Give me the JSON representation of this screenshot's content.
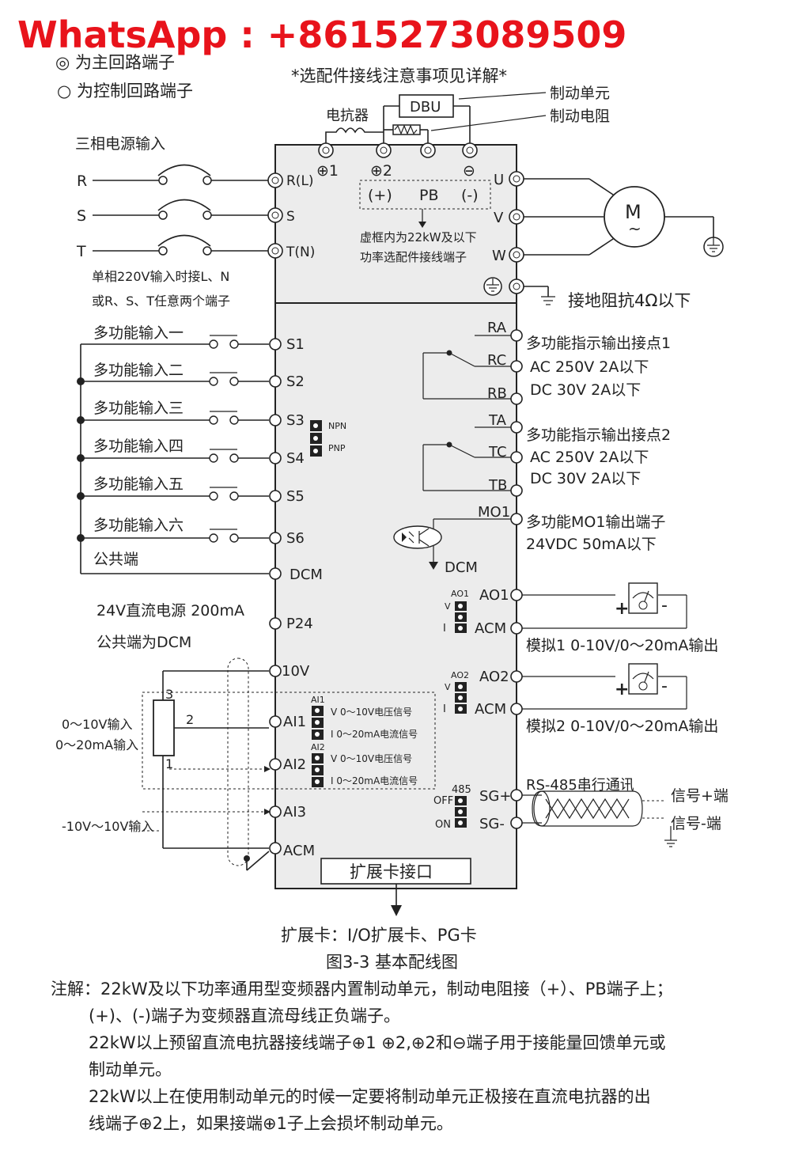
{
  "watermark": "WhatsApp  :  +8615273089509",
  "legend": {
    "main_circuit": "◎ 为主回路端子",
    "control_circuit": "○ 为控制回路端子"
  },
  "header_note": "*选配件接线注意事项见详解*",
  "optional_parts": {
    "dbu": "DBU",
    "brake_unit": "制动单元",
    "brake_resistor": "制动电阻",
    "reactor": "电抗器"
  },
  "power_input": {
    "title": "三相电源输入",
    "phases": [
      "R",
      "S",
      "T"
    ],
    "single_phase_note_1": "单相220V输入时接L、N",
    "single_phase_note_2": "或R、S、T任意两个端子"
  },
  "main_terminals": {
    "top": [
      "⊕1",
      "⊕2",
      "⊖"
    ],
    "left": [
      "R(L)",
      "S",
      "T(N)"
    ],
    "right": [
      "U",
      "V",
      "W"
    ],
    "dc_plus": "(+)",
    "pb": "PB",
    "dc_minus": "(-)",
    "dashed_note_1": "虚框内为22kW及以下",
    "dashed_note_2": "功率选配件接线端子"
  },
  "motor": {
    "label": "M",
    "tilde": "~"
  },
  "ground_note": "接地阻抗4Ω以下",
  "digital_inputs": [
    {
      "label": "多功能输入一",
      "terminal": "S1"
    },
    {
      "label": "多功能输入二",
      "terminal": "S2"
    },
    {
      "label": "多功能输入三",
      "terminal": "S3"
    },
    {
      "label": "多功能输入四",
      "terminal": "S4"
    },
    {
      "label": "多功能输入五",
      "terminal": "S5"
    },
    {
      "label": "多功能输入六",
      "terminal": "S6"
    }
  ],
  "common": {
    "label": "公共端",
    "terminal": "DCM"
  },
  "power_24v": {
    "note_1": "24V直流电源 200mA",
    "note_2": "公共端为DCM",
    "terminal": "P24"
  },
  "npn_pnp": {
    "npn": "NPN",
    "pnp": "PNP"
  },
  "analog_inputs": {
    "ref": "10V",
    "ai1": "AI1",
    "ai2": "AI2",
    "ai3": "AI3",
    "acm": "ACM",
    "pot_pins": [
      "3",
      "2",
      "1"
    ],
    "label_0_10v": "0～10V输入",
    "label_0_20ma": "0～20mA输入",
    "label_pm10v": "-10V～10V输入",
    "jumper_ai1": "AI1",
    "jumper_ai2": "AI2",
    "v_option": "V  0～10V电压信号",
    "i_option": "I  0～20mA电流信号"
  },
  "relay_1": {
    "terminals": [
      "RA",
      "RC",
      "RB"
    ],
    "title": "多功能指示输出接点1",
    "spec_1": "AC 250V 2A以下",
    "spec_2": "DC 30V 2A以下"
  },
  "relay_2": {
    "terminals": [
      "TA",
      "TC",
      "TB"
    ],
    "title": "多功能指示输出接点2",
    "spec_1": "AC 250V 2A以下",
    "spec_2": "DC 30V 2A以下"
  },
  "mo1": {
    "terminal": "MO1",
    "title": "多功能MO1输出端子",
    "spec": "24VDC  50mA以下",
    "dcm": "DCM"
  },
  "analog_outputs": [
    {
      "terminal": "AO1",
      "jumper": "AO1",
      "common": "ACM",
      "label": "模拟1  0-10V/0～20mA输出"
    },
    {
      "terminal": "AO2",
      "jumper": "AO2",
      "common": "ACM",
      "label": "模拟2  0-10V/0～20mA输出"
    }
  ],
  "jumper_v": "V",
  "jumper_i": "I",
  "rs485": {
    "title": "RS-485串行通讯",
    "jumper": "485",
    "off": "OFF",
    "on": "ON",
    "sg_plus": "SG+",
    "sg_minus": "SG-",
    "sig_plus": "信号+端",
    "sig_minus": "信号-端"
  },
  "expansion": {
    "port": "扩展卡接口",
    "cards": "扩展卡：I/O扩展卡、PG卡"
  },
  "figure_caption": "图3-3 基本配线图",
  "notes": [
    "注解：22kW及以下功率通用型变频器内置制动单元，制动电阻接（+）、PB端子上；",
    "(+)、(-)端子为变频器直流母线正负端子。",
    "22kW以上预留直流电抗器接线端子⊕1 ⊕2,⊕2和⊖端子用于接能量回馈单元或",
    "制动单元。",
    "22kW以上在使用制动单元的时候一定要将制动单元正极接在直流电抗器的出",
    "线端子⊕2上，如果接端⊕1子上会损坏制动单元。"
  ]
}
